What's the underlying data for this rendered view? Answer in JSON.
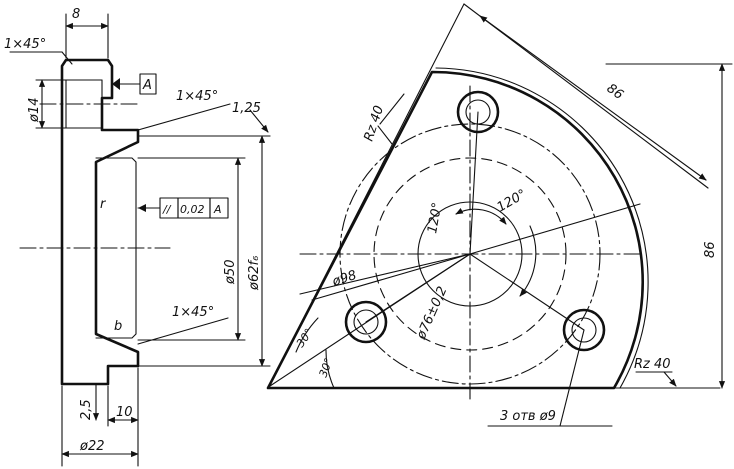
{
  "section_view": {
    "dim_top_width": "8",
    "dim_chamfer_top": "1×45°",
    "datum_a": "A",
    "dim_bore_dia": "ø14",
    "dim_chamfer_inner": "1×45°",
    "dim_rough_step": "1,25",
    "tolerance_frame": {
      "symbol": "//",
      "value": "0,02",
      "datum": "A"
    },
    "dim_d50": "ø50",
    "dim_d62": "ø62f₆",
    "dim_chamfer_lower": "1×45°",
    "dim_r_small": "r",
    "dim_b": "b",
    "dim_step_25": "2,5",
    "dim_step_10": "10",
    "dim_d22": "ø22"
  },
  "plan_view": {
    "surface_rough_side": "Rz 40",
    "dim_diag_86": "86",
    "dim_vert_86": "86",
    "angle_120_a": "120°",
    "angle_120_b": "120°",
    "dim_d98": "ø98",
    "dim_d76": "ø76±0,2",
    "angle_30_a": "30°",
    "angle_30_b": "30°",
    "surface_rough_base": "Rz 40",
    "holes_note": "3 отв ø9"
  }
}
